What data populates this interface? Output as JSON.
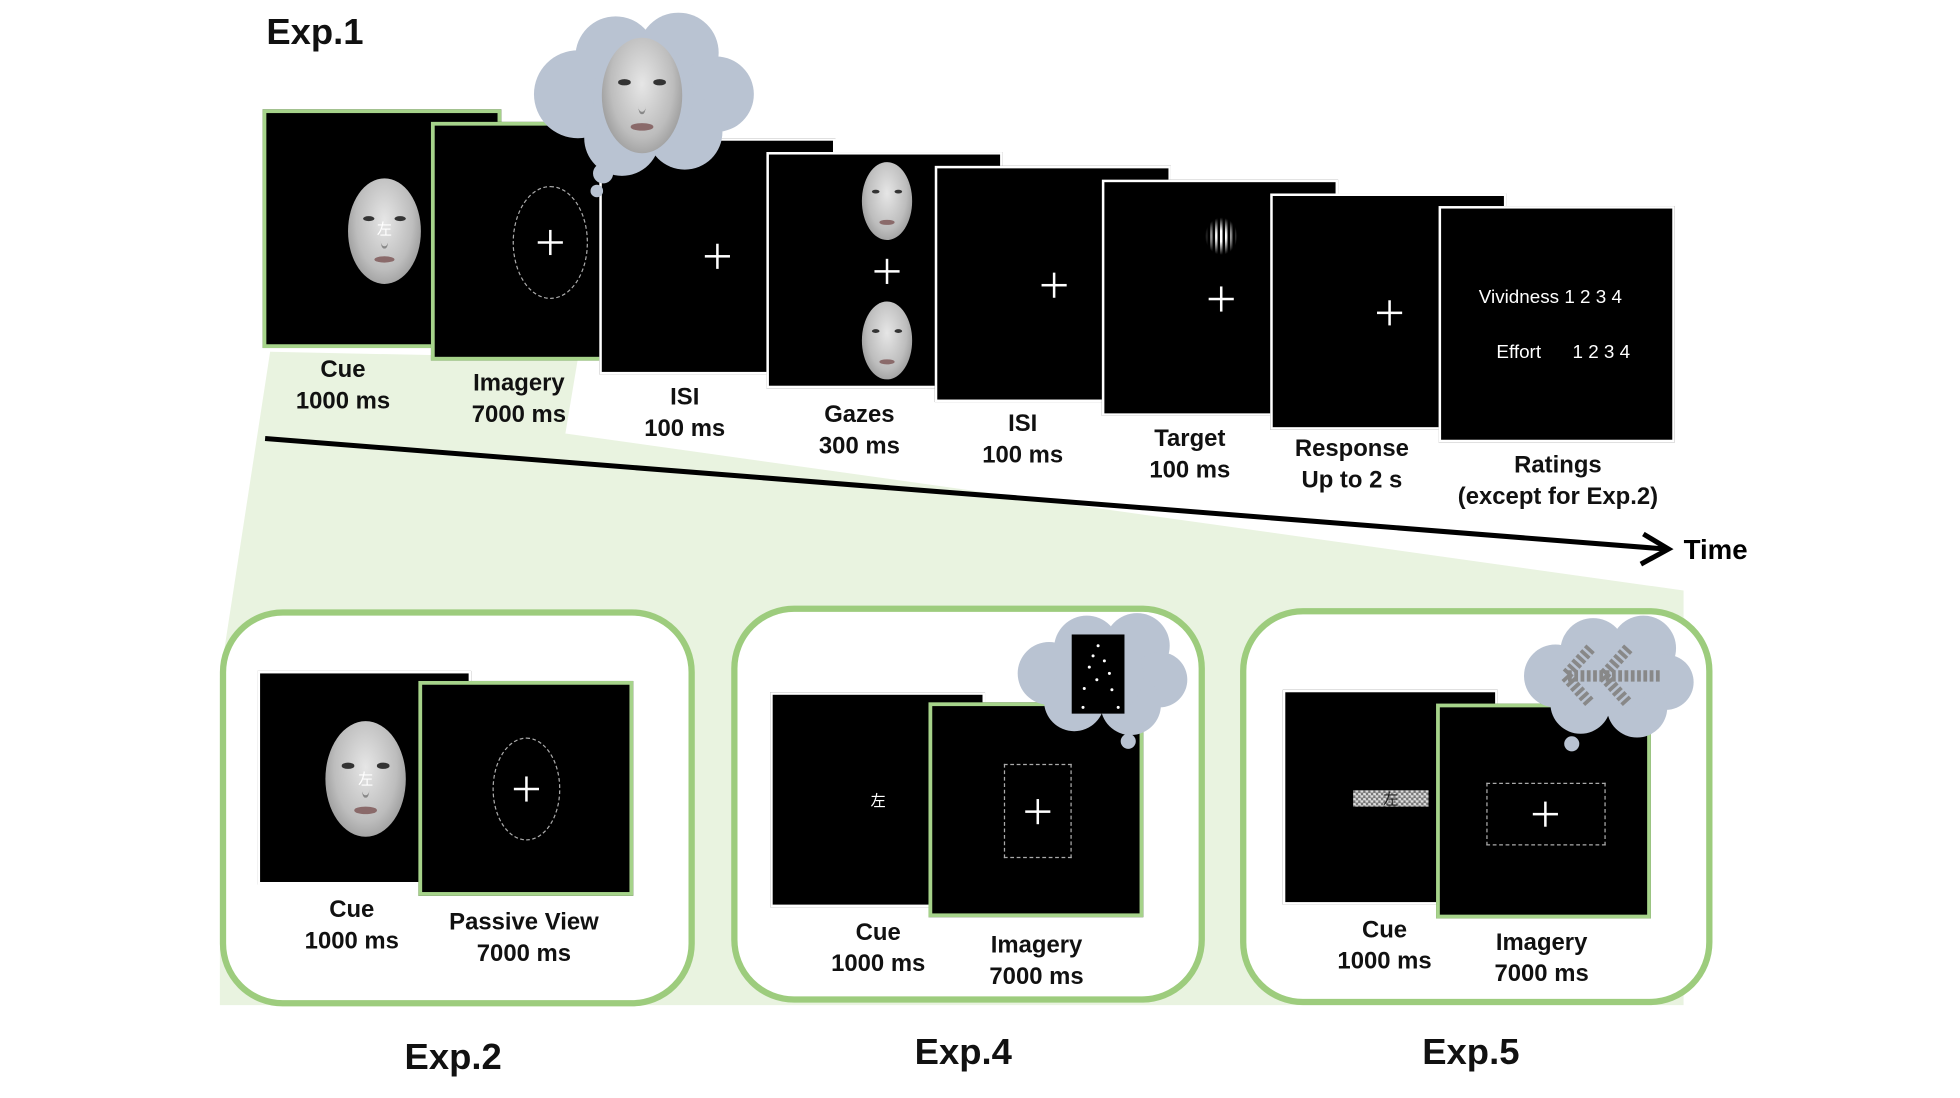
{
  "exp1": {
    "title": "Exp.1",
    "frames": [
      {
        "label1": "Cue",
        "label2": "1000 ms",
        "cue_char": "左"
      },
      {
        "label1": "Imagery",
        "label2": "7000 ms"
      },
      {
        "label1": "ISI",
        "label2": "100 ms"
      },
      {
        "label1": "Gazes",
        "label2": "300 ms"
      },
      {
        "label1": "ISI",
        "label2": "100 ms"
      },
      {
        "label1": "Target",
        "label2": "100 ms"
      },
      {
        "label1": "Response",
        "label2": "Up to 2 s"
      },
      {
        "label1": "Ratings",
        "label2": "(except for Exp.2)"
      }
    ],
    "ratings": {
      "vividness": "Vividness 1 2 3 4",
      "effort": "Effort      1 2 3 4"
    },
    "time_label": "Time"
  },
  "exp2": {
    "title": "Exp.2",
    "cue": {
      "label1": "Cue",
      "label2": "1000 ms",
      "char": "左"
    },
    "second": {
      "label1": "Passive View",
      "label2": "7000 ms"
    }
  },
  "exp4": {
    "title": "Exp.4",
    "cue": {
      "label1": "Cue",
      "label2": "1000 ms",
      "char": "左"
    },
    "second": {
      "label1": "Imagery",
      "label2": "7000 ms"
    }
  },
  "exp5": {
    "title": "Exp.5",
    "cue": {
      "label1": "Cue",
      "label2": "1000 ms",
      "char": "左"
    },
    "second": {
      "label1": "Imagery",
      "label2": "7000 ms"
    }
  },
  "colors": {
    "frame_highlight": "#a6d38a",
    "panel_border": "#9dcc7d",
    "cloud": "#b9c3d2",
    "zoom_region": "#e9f3e0"
  }
}
